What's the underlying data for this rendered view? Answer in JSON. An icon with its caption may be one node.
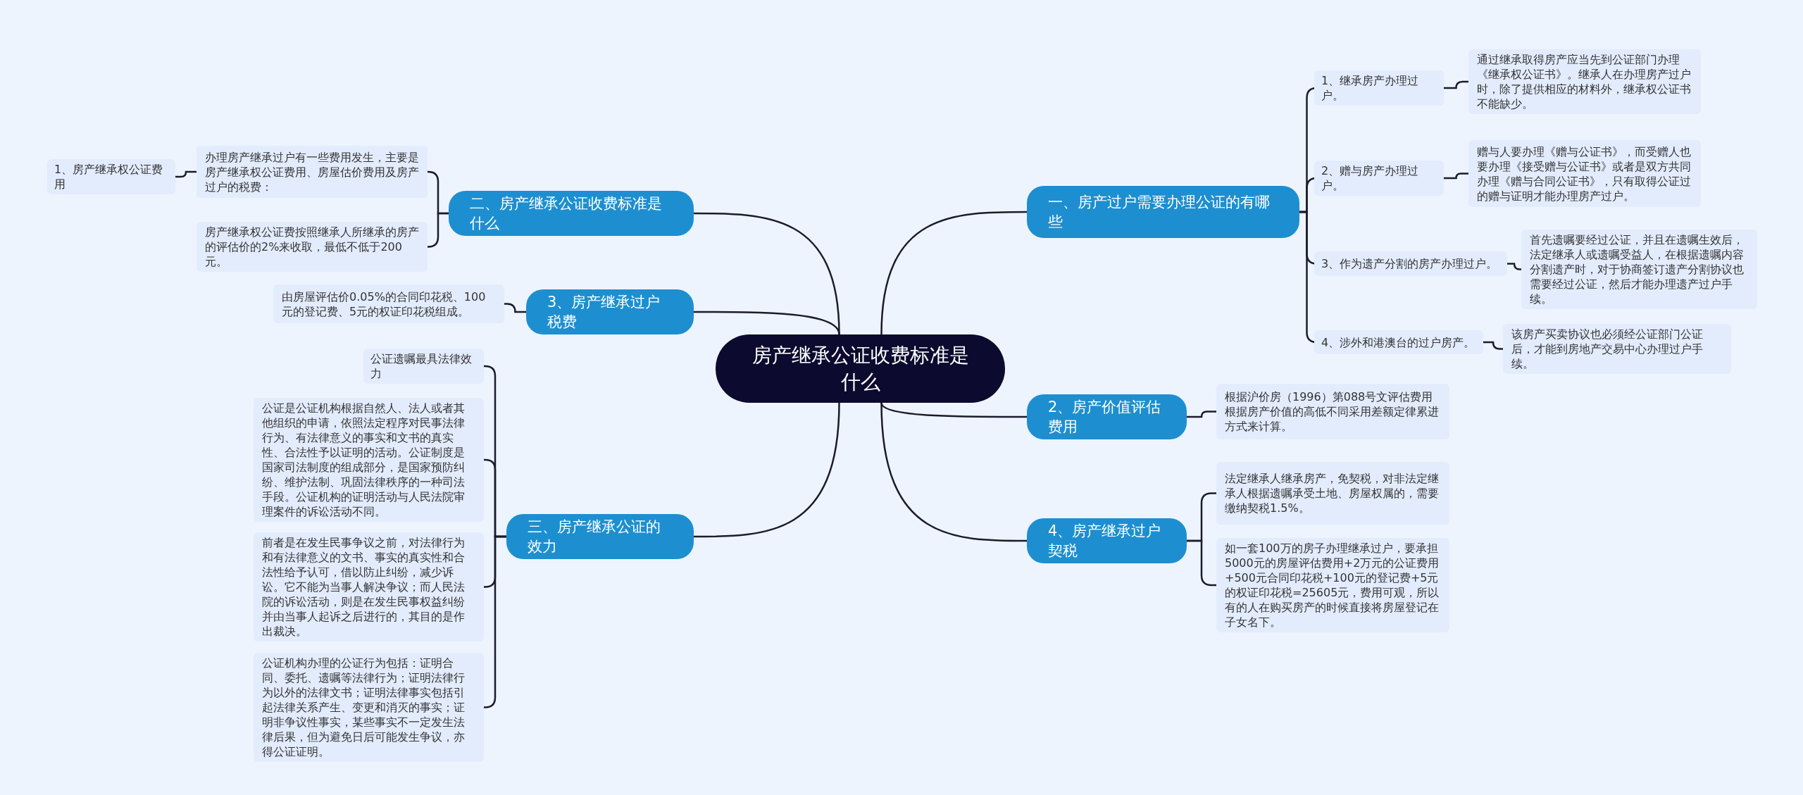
{
  "diagram": {
    "nodes": [
      {
        "text": [
          "房产继承公证收费标准是什么"
        ]
      },
      {
        "text": [
          "一、房产过户需要办理公证的有哪些"
        ]
      },
      {
        "text": [
          "1、继承房产办理过户。"
        ]
      },
      {
        "text": [
          "通过继承取得房产应当先到公证部门办理《继承权公证书》。继承人在办理房产过户时，除了提供相应的材料外，继承权公证书不能缺少。"
        ]
      },
      {
        "text": [
          "2、赠与房产办理过户。"
        ]
      },
      {
        "text": [
          "赠与人要办理《赠与公证书》，而受赠人也要办理《接受赠与公证书》或者是双方共同办理《赠与合同公证书》，只有取得公证过的赠与证明才能办理房产过户。"
        ]
      },
      {
        "text": [
          "3、作为遗产分割的房产办理过户。"
        ]
      },
      {
        "text": [
          "首先遗嘱要经过公证，并且在遗嘱生效后，法定继承人或遗嘱受益人，在根据遗嘱内容分割遗产时，对于协商签订遗产分割协议也需要经过公证，然后才能办理遗产过户手续。"
        ]
      },
      {
        "text": [
          "4、涉外和港澳台的过户房产。"
        ]
      },
      {
        "text": [
          "该房产买卖协议也必须经公证部门公证后，才能到房地产交易中心办理过户手续。"
        ]
      },
      {
        "text": [
          "2、房产价值评估费用"
        ]
      },
      {
        "text": [
          "根据沪价房（1996）第088号文评估费用根据房产价值的高低不同采用差额定律累进方式来计算。"
        ]
      },
      {
        "text": [
          "4、房产继承过户契税"
        ]
      },
      {
        "text": [
          "法定继承人继承房产，免契税，对非法定继承人根据遗嘱承受土地、房屋权属的，需要缴纳契税1.5%。"
        ]
      },
      {
        "text": [
          "如一套100万的房子办理继承过户，要承担5000元的房屋评估费用+2万元的公证费用+500元合同印花税+100元的登记费+5元的权证印花税=25605元，费用可观，所以有的人在购买房产的时候直接将房屋登记在子女名下。"
        ]
      },
      {
        "text": [
          "二、房产继承公证收费标准是什么"
        ]
      },
      {
        "text": [
          "办理房产继承过户有一些费用发生，主要是房产继承权公证费用、房屋估价费用及房产过户的税费："
        ]
      },
      {
        "text": [
          "1、房产继承权公证费用"
        ]
      },
      {
        "text": [
          "房产继承权公证费按照继承人所继承的房产的评估价的2%来收取，最低不低于200元。"
        ]
      },
      {
        "text": [
          "3、房产继承过户税费"
        ]
      },
      {
        "text": [
          "由房屋评估价0.05%的合同印花税、100元的登记费、5元的权证印花税组成。"
        ]
      },
      {
        "text": [
          "三、房产继承公证的效力"
        ]
      },
      {
        "text": [
          "公证遗嘱最具法律效力"
        ]
      },
      {
        "text": [
          "公证是公证机构根据自然人、法人或者其他组织的申请，依照法定程序对民事法律行为、有法律意义的事实和文书的真实性、合法性予以证明的活动。公证制度是国家司法制度的组成部分，是国家预防纠纷、维护法制、巩固法律秩序的一种司法手段。公证机构的证明活动与人民法院审理案件的诉讼活动不同。"
        ]
      },
      {
        "text": [
          "前者是在发生民事争议之前，对法律行为和有法律意义的文书、事实的真实性和合法性给予认可，借以防止纠纷，减少诉讼。它不能为当事人解决争议；而人民法院的诉讼活动，则是在发生民事权益纠纷并由当事人起诉之后进行的，其目的是作出裁决。"
        ]
      },
      {
        "text": [
          "公证机构办理的公证行为包括：证明合同、委托、遗嘱等法律行为；证明法律行为以外的法律文书；证明法律事实包括引起法律关系产生、变更和消灭的事实；证明非争议性事实，某些事实不一定发生法律后果，但为避免日后可能发生争议，亦得公证证明。"
        ]
      }
    ],
    "edges": [
      {
        "from": 0,
        "to": 1,
        "arrow": "none"
      },
      {
        "from": 1,
        "to": 2,
        "arrow": "none"
      },
      {
        "from": 2,
        "to": 3,
        "arrow": "none"
      },
      {
        "from": 1,
        "to": 4,
        "arrow": "none"
      },
      {
        "from": 4,
        "to": 5,
        "arrow": "none"
      },
      {
        "from": 1,
        "to": 6,
        "arrow": "none"
      },
      {
        "from": 6,
        "to": 7,
        "arrow": "none"
      },
      {
        "from": 1,
        "to": 8,
        "arrow": "none"
      },
      {
        "from": 8,
        "to": 9,
        "arrow": "none"
      },
      {
        "from": 0,
        "to": 10,
        "arrow": "none"
      },
      {
        "from": 10,
        "to": 11,
        "arrow": "none"
      },
      {
        "from": 0,
        "to": 12,
        "arrow": "none"
      },
      {
        "from": 12,
        "to": 13,
        "arrow": "none"
      },
      {
        "from": 12,
        "to": 14,
        "arrow": "none"
      },
      {
        "from": 0,
        "to": 15,
        "arrow": "none"
      },
      {
        "from": 15,
        "to": 16,
        "arrow": "none"
      },
      {
        "from": 16,
        "to": 17,
        "arrow": "none"
      },
      {
        "from": 15,
        "to": 18,
        "arrow": "none"
      },
      {
        "from": 0,
        "to": 19,
        "arrow": "none"
      },
      {
        "from": 19,
        "to": 20,
        "arrow": "none"
      },
      {
        "from": 0,
        "to": 21,
        "arrow": "none"
      },
      {
        "from": 21,
        "to": 22,
        "arrow": "none"
      },
      {
        "from": 21,
        "to": 23,
        "arrow": "none"
      },
      {
        "from": 21,
        "to": 24,
        "arrow": "none"
      },
      {
        "from": 21,
        "to": 25,
        "arrow": "none"
      }
    ]
  }
}
